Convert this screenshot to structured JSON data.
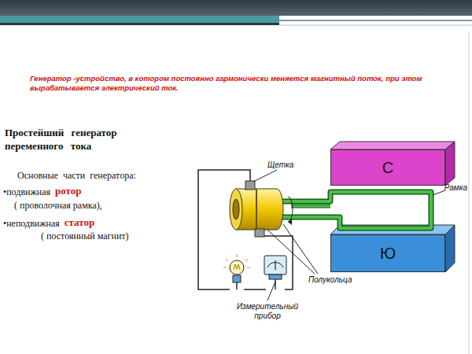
{
  "diagram": {
    "title": "Генератор -устройство, в котором постоянно гармонически меняется магнитный поток, при этом вырабатывается электрический ток.",
    "nodes": [
      {
        "text": [
          "С"
        ]
      },
      {
        "text": [
          "Ю"
        ]
      }
    ],
    "labels": [
      "Простейший генератор переменного тока",
      "Основные части генератора:",
      "•подвижная",
      "ротор",
      "( проволочная рамка),",
      "•неподвижная",
      "статор",
      "( постоянный магнит)",
      "Щетка",
      "Рамка",
      "Полукольца",
      "Измерительный прибор"
    ]
  }
}
